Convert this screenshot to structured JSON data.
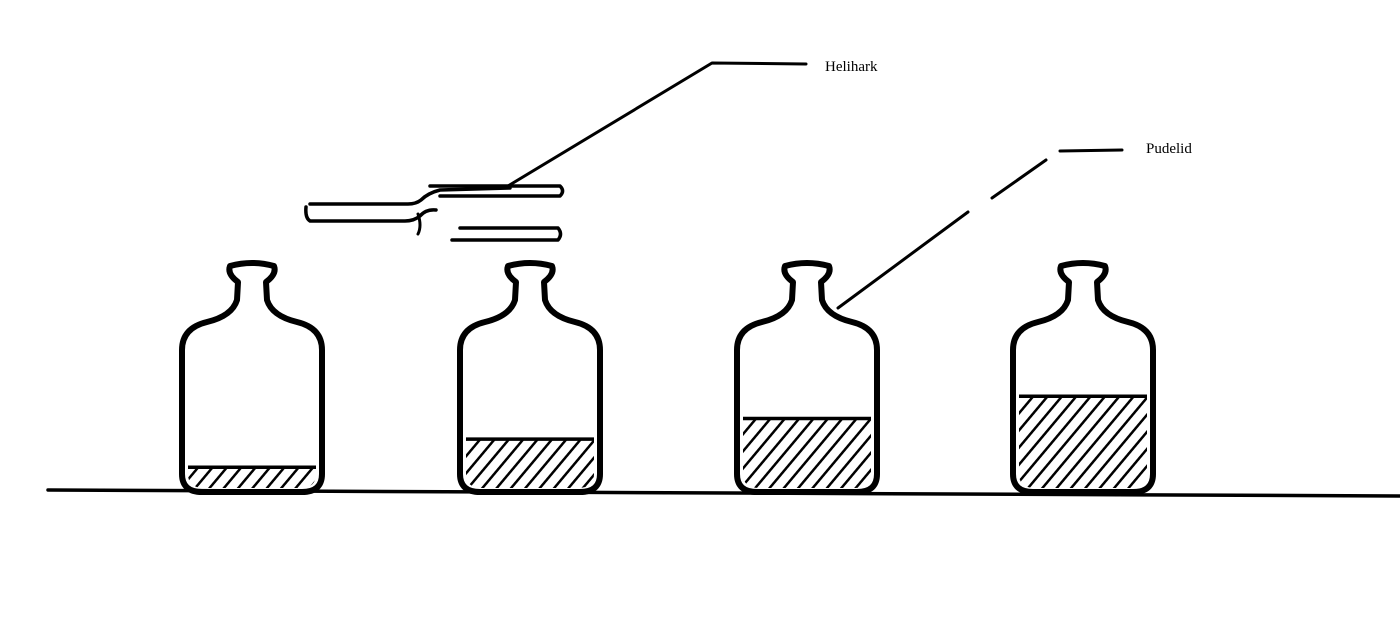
{
  "labels": {
    "fork": "Helihark",
    "bottles": "Pudelid"
  },
  "bottles": [
    {
      "fill_fraction": 0.14
    },
    {
      "fill_fraction": 0.33
    },
    {
      "fill_fraction": 0.47
    },
    {
      "fill_fraction": 0.62
    }
  ],
  "colors": {
    "ink": "#000000",
    "background": "#ffffff"
  }
}
